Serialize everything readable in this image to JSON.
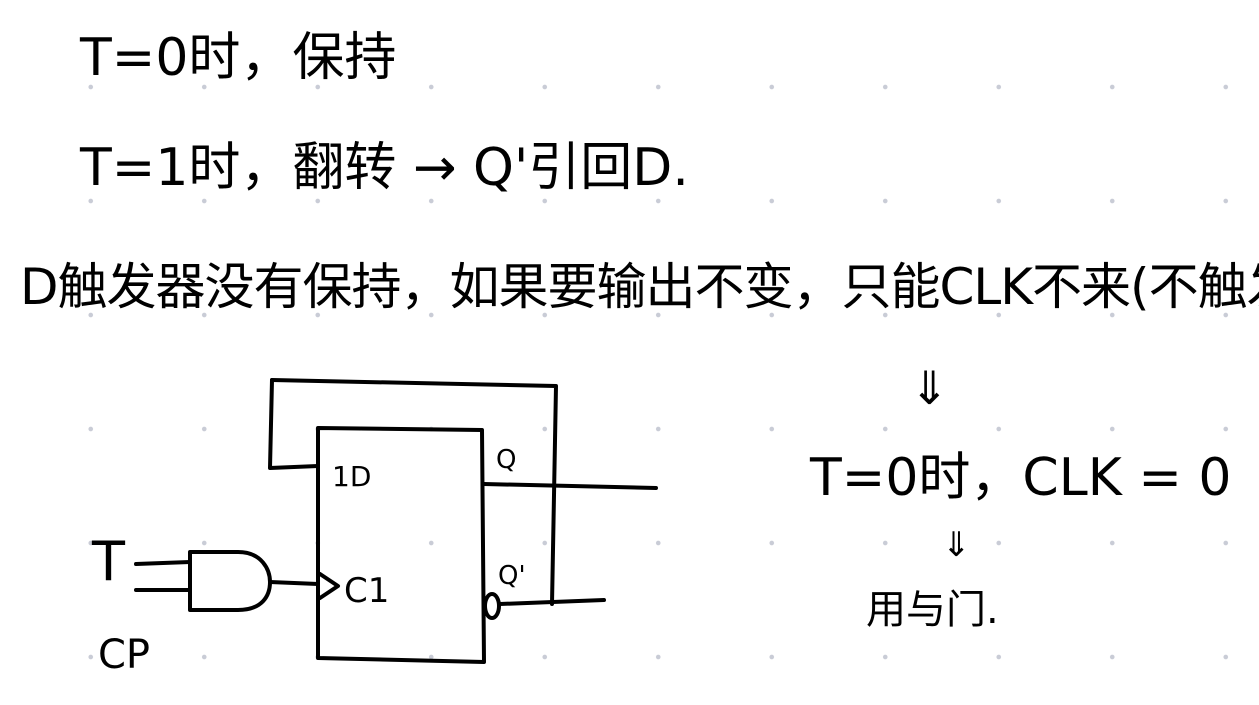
{
  "notes": {
    "line1": "T=0时，保持",
    "line2": "T=1时，翻转 → Q'引回D.",
    "line3": "D触发器没有保持，如果要输出不变，只能CLK不来(不触发)",
    "arrow1": "⇓",
    "line4": "T=0时，CLK = 0",
    "arrow2": "⇓",
    "line5": "用与门."
  },
  "circuit": {
    "input_t": "T",
    "input_cp": "CP",
    "pin_d": "1D",
    "pin_clk": "C1",
    "out_q": "Q",
    "out_qn": "Q'"
  }
}
